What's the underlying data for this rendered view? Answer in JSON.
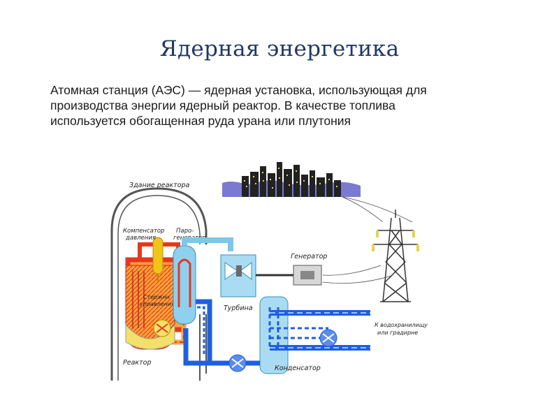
{
  "title": "Ядерная энергетика",
  "description_lines": [
    "Атомная станция (АЭС) — ядерная установка, использующая для",
    "производства энергии  ядерный реактор. В качестве топлива",
    "используется обогащенная руда урана или плутония"
  ],
  "diagram": {
    "labels": {
      "reactor_building": "Здание реактора",
      "pressurizer_line1": "Компенсатор",
      "pressurizer_line2": "давления",
      "steam_gen_line1": "Паро-",
      "steam_gen_line2": "генератор",
      "control_rods_line1": "Стержни",
      "control_rods_line2": "управления",
      "reactor": "Реактор",
      "turbine": "Турбина",
      "generator": "Генератор",
      "condenser": "Конденсатор",
      "outlet_line1": "К водохранилищу",
      "outlet_line2": "или градирне"
    },
    "colors": {
      "hot_loop": "#e8371b",
      "hot_fill": "#f7a43a",
      "steam": "#7cc7ea",
      "cold_water": "#1f5fe0",
      "building": "#555555",
      "city": "#7a7ad0"
    }
  }
}
